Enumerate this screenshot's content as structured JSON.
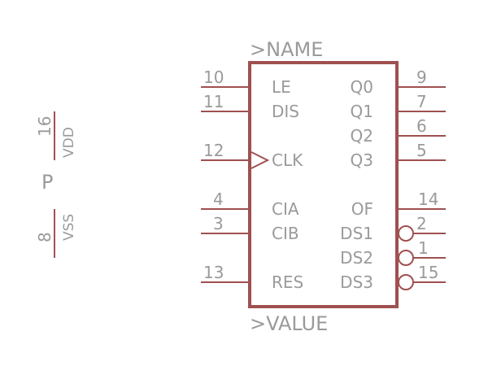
{
  "colors": {
    "line": "#a05050",
    "text": "#9a9a9a",
    "background": "#ffffff"
  },
  "attributes": {
    "name": ">NAME",
    "value": ">VALUE"
  },
  "left_pins": [
    {
      "num": "10",
      "label": "LE"
    },
    {
      "num": "11",
      "label": "DIS"
    },
    {
      "num": "12",
      "label": "CLK",
      "clock": true
    },
    {
      "num": "4",
      "label": "CIA"
    },
    {
      "num": "3",
      "label": "CIB"
    },
    {
      "num": "13",
      "label": "RES"
    }
  ],
  "right_pins": [
    {
      "num": "9",
      "label": "Q0"
    },
    {
      "num": "7",
      "label": "Q1"
    },
    {
      "num": "6",
      "label": "Q2"
    },
    {
      "num": "5",
      "label": "Q3"
    },
    {
      "num": "14",
      "label": "OF"
    },
    {
      "num": "2",
      "label": "DS1",
      "inverted": true
    },
    {
      "num": "1",
      "label": "DS2",
      "inverted": true
    },
    {
      "num": "15",
      "label": "DS3",
      "inverted": true
    }
  ],
  "power": {
    "label": "P",
    "pins": [
      {
        "num": "16",
        "label": "VDD"
      },
      {
        "num": "8",
        "label": "VSS"
      }
    ]
  }
}
